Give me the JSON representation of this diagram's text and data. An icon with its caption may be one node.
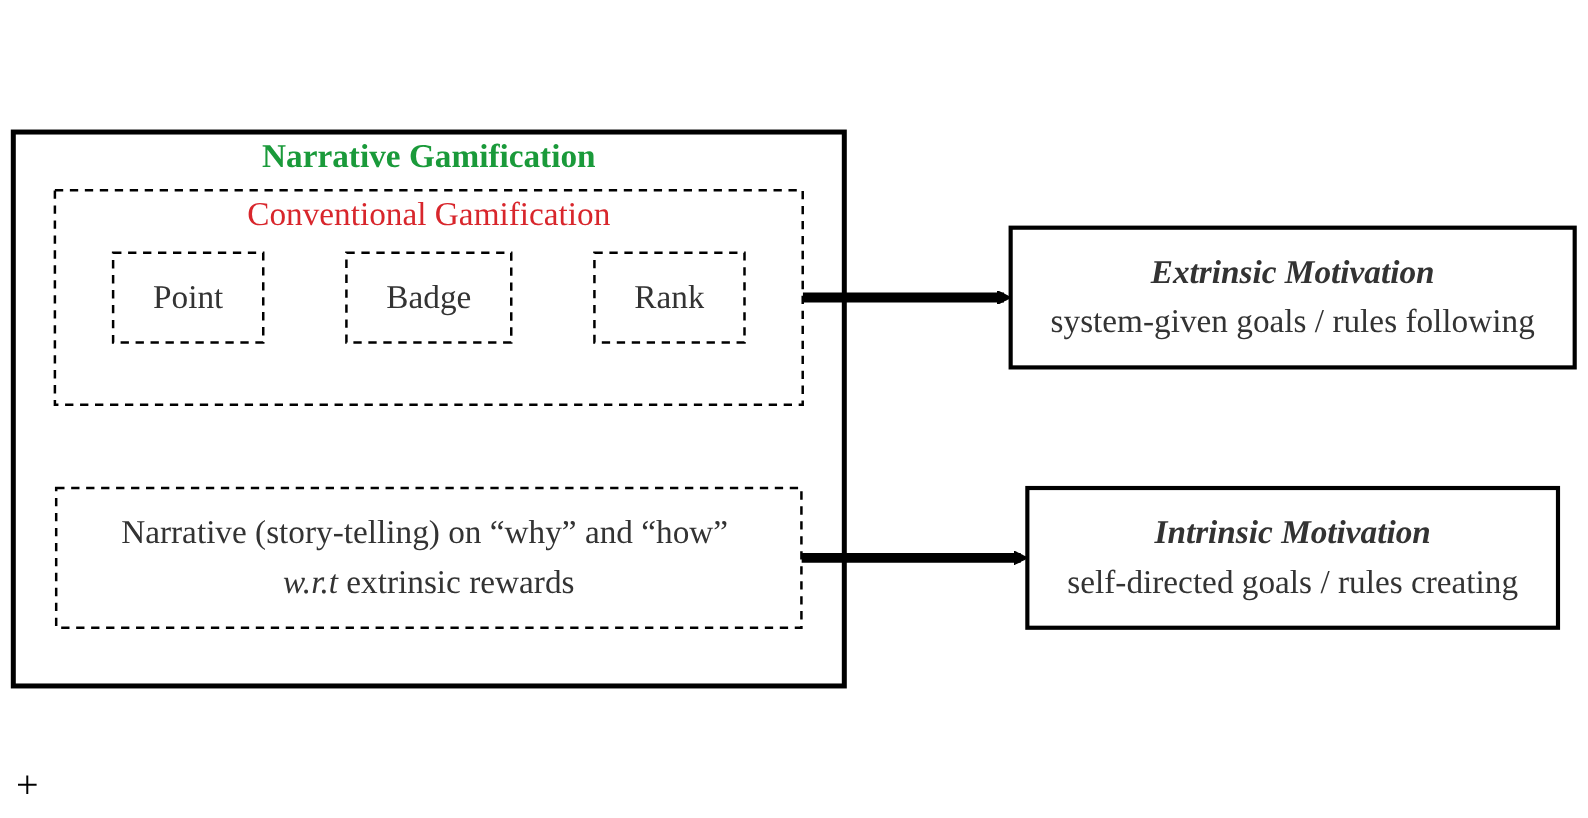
{
  "diagram": {
    "nodes": [
      {
        "text": [
          "Narrative Gamification"
        ]
      },
      {
        "text": [
          "Narrative (story-telling) on “why” and “how” *w.r.t* extrinsic rewards"
        ],
        "in": 0
      },
      {
        "text": [
          "Conventional Gamification"
        ],
        "in": 0
      },
      {
        "text": [
          "Point"
        ],
        "in": 2
      },
      {
        "text": [
          "Badge"
        ],
        "in": 2
      },
      {
        "text": [
          "Rank"
        ],
        "in": 2
      },
      {
        "text": [
          "Intrinsic Motivation",
          "self-directed goals / rules creating"
        ]
      },
      {
        "text": [
          "Extrinsic Motivation",
          "system-given goals / rules following"
        ]
      }
    ],
    "edges": [
      {
        "from": 1,
        "to": 6,
        "arrow": "to"
      },
      {
        "from": 2,
        "to": 7,
        "arrow": "to"
      }
    ],
    "labels": [
      "+"
    ]
  }
}
